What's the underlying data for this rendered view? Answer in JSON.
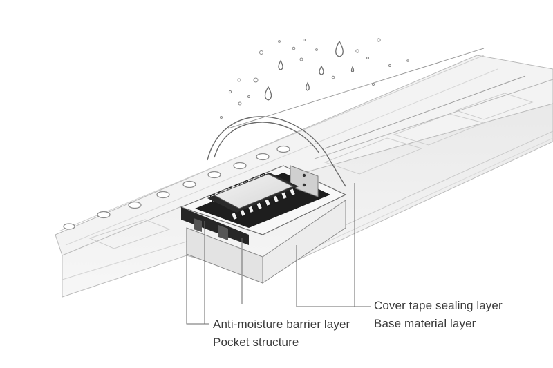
{
  "labels": {
    "cover_tape": "Cover tape sealing layer",
    "base_material": "Base material layer",
    "anti_moisture": "Anti-moisture barrier layer",
    "pocket": "Pocket structure"
  },
  "colors": {
    "line": "#3a3a3a",
    "light_line": "#9a9a9a",
    "chip_body": "#e4e4e4",
    "chip_pins": "#2a2a2a",
    "pocket_dark": "#1e1e1e",
    "base_fill": "#ececec"
  },
  "icons": {
    "droplet": "water-droplet-icon"
  }
}
